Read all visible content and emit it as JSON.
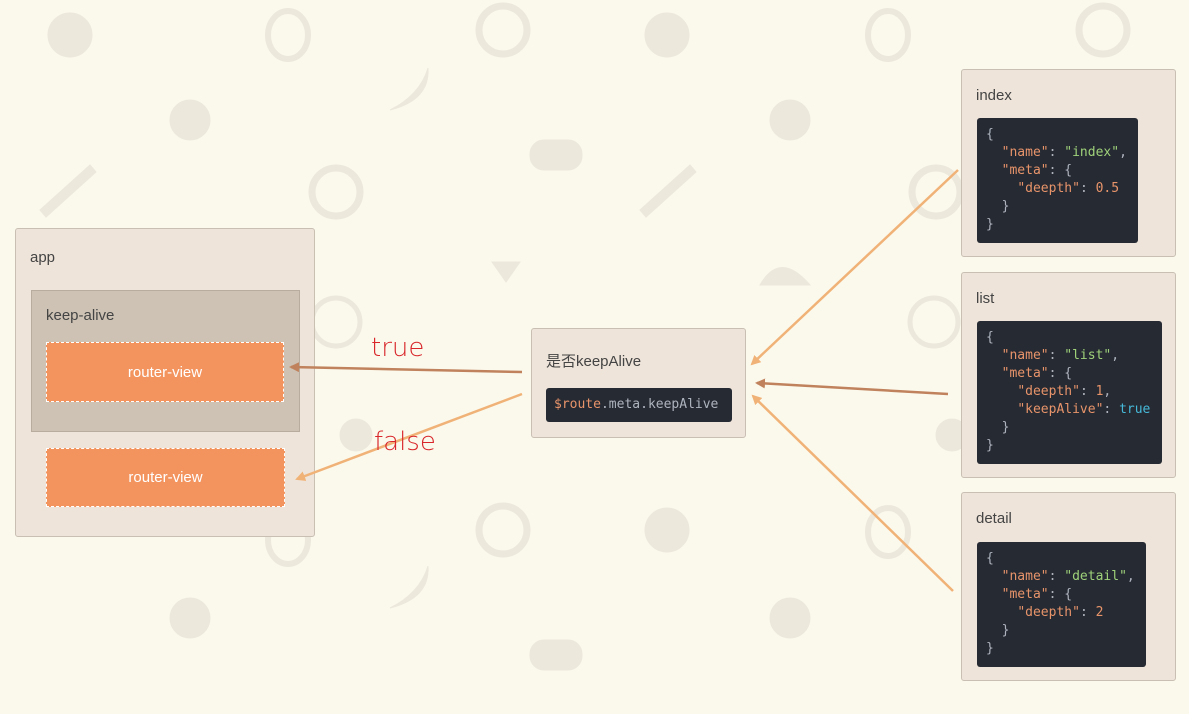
{
  "app": {
    "label": "app"
  },
  "keep_alive": {
    "label": "keep-alive"
  },
  "router_view_top": {
    "label": "router-view"
  },
  "router_view_bottom": {
    "label": "router-view"
  },
  "decision": {
    "label": "是否keepAlive",
    "code": {
      "var": "$route",
      "dot1": ".",
      "p1": "meta",
      "dot2": ".",
      "p2": "keepAlive"
    }
  },
  "edges": {
    "true_label": "true",
    "false_label": "false"
  },
  "routes": {
    "index": {
      "label": "index",
      "code": {
        "name": "index",
        "deepth": "0.5"
      }
    },
    "list": {
      "label": "list",
      "code": {
        "name": "list",
        "deepth": "1",
        "keepAlive": "true"
      }
    },
    "detail": {
      "label": "detail",
      "code": {
        "name": "detail",
        "deepth": "2"
      }
    }
  },
  "colors": {
    "background": "#fbf9ec",
    "box": "#efe4d9",
    "router_view": "#f3945f",
    "arrow_light": "#f0b277",
    "arrow_dark": "#c0825c",
    "edge_label": "#d8262a"
  }
}
